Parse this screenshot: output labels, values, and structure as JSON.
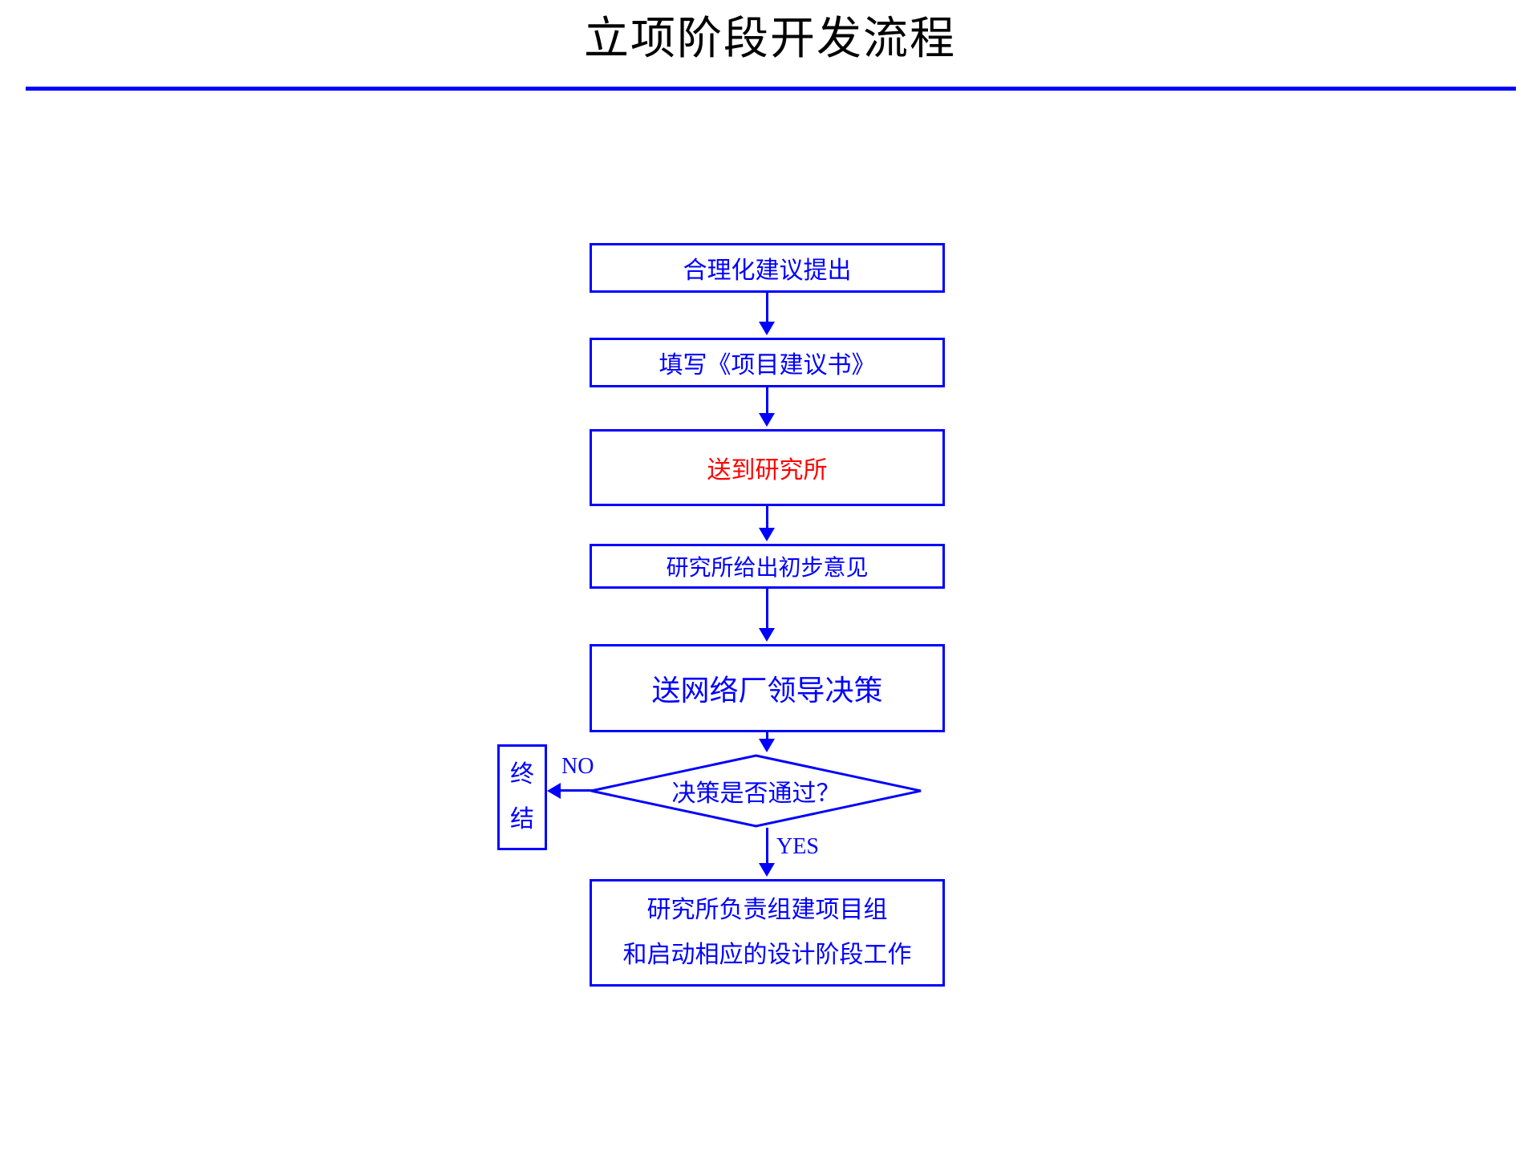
{
  "header": {
    "title": "立项阶段开发流程",
    "rule_color": "#0000FF"
  },
  "theme": {
    "accent": "#0000FF",
    "highlight": "#FF0000",
    "background": "#FFFFFF",
    "title_color": "#000000"
  },
  "flowchart": {
    "type": "flowchart",
    "nodes": [
      {
        "id": "proposal",
        "shape": "process",
        "label": "合理化建议提出",
        "color": "#0000FF"
      },
      {
        "id": "writeup",
        "shape": "process",
        "label": "填写《项目建议书》",
        "color": "#0000FF"
      },
      {
        "id": "sendinst",
        "shape": "process",
        "label": "送到研究所",
        "color": "#FF0000"
      },
      {
        "id": "opinion",
        "shape": "process",
        "label": "研究所给出初步意见",
        "color": "#0000FF"
      },
      {
        "id": "leaders",
        "shape": "process",
        "label": "送网络厂领导决策",
        "color": "#0000FF"
      },
      {
        "id": "decision",
        "shape": "decision",
        "label": "决策是否通过？",
        "color": "#0000FF"
      },
      {
        "id": "end",
        "shape": "terminator",
        "line1": "终",
        "line2": "结",
        "color": "#0000FF"
      },
      {
        "id": "final",
        "shape": "process",
        "line1": "研究所负责组建项目组",
        "line2": "和启动相应的设计阶段工作",
        "color": "#0000FF"
      }
    ],
    "edges": [
      {
        "from": "proposal",
        "to": "writeup",
        "label": ""
      },
      {
        "from": "writeup",
        "to": "sendinst",
        "label": ""
      },
      {
        "from": "sendinst",
        "to": "opinion",
        "label": ""
      },
      {
        "from": "opinion",
        "to": "leaders",
        "label": ""
      },
      {
        "from": "leaders",
        "to": "decision",
        "label": ""
      },
      {
        "from": "decision",
        "to": "end",
        "label": "NO"
      },
      {
        "from": "decision",
        "to": "final",
        "label": "YES"
      }
    ],
    "labels": {
      "no": "NO",
      "yes": "YES"
    }
  }
}
